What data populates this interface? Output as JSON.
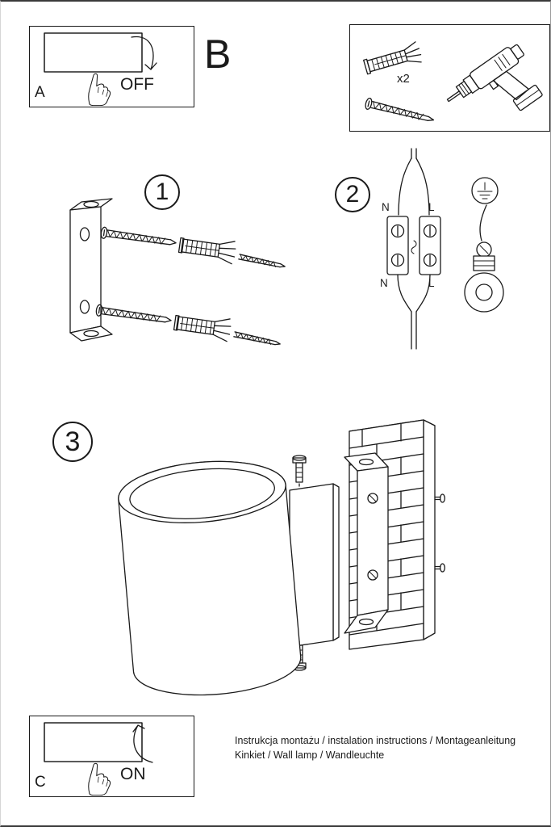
{
  "page": {
    "ink": "#1a1a1a",
    "background": "#ffffff"
  },
  "steps": {
    "a": {
      "label": "A",
      "switch_state": "OFF"
    },
    "b": {
      "label": "B",
      "hardware_count": "x2"
    },
    "s1": {
      "number": "1"
    },
    "s2": {
      "number": "2",
      "terminals": {
        "top_left": "N",
        "top_right": "L",
        "bottom_left": "N",
        "bottom_right": "L"
      }
    },
    "s3": {
      "number": "3"
    },
    "c": {
      "label": "C",
      "switch_state": "ON"
    }
  },
  "footer": {
    "line1": "Instrukcja montażu / instalation instructions / Montageanleitung",
    "line2": "Kinkiet / Wall lamp / Wandleuchte"
  }
}
